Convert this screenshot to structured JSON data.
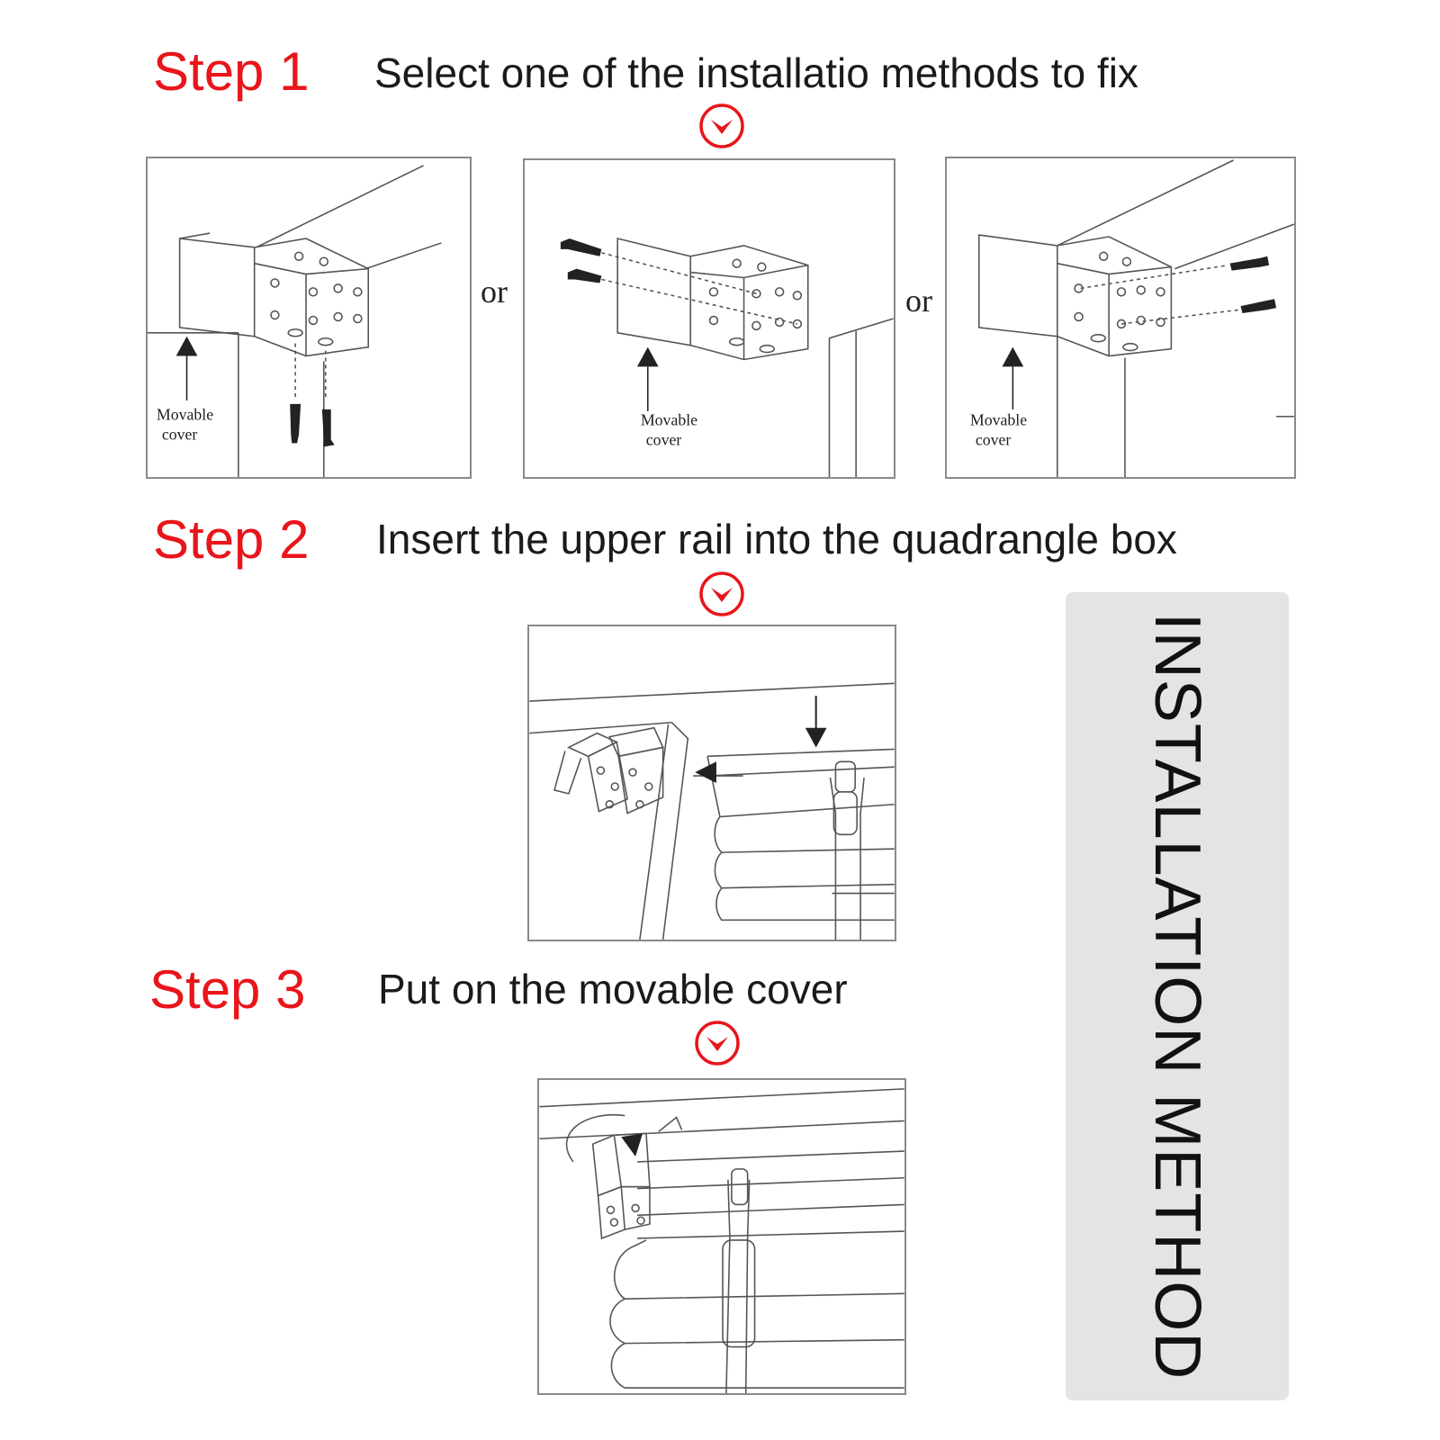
{
  "steps": [
    {
      "label": "Step 1",
      "text": "Select one of the installatio methods to fix"
    },
    {
      "label": "Step 2",
      "text": "Insert the upper rail into the quadrangle box"
    },
    {
      "label": "Step 3",
      "text": "Put on the movable cover"
    }
  ],
  "step1": {
    "or_label": "or",
    "captions": [
      {
        "line1": "Movable",
        "line2": "cover"
      },
      {
        "line1": "Movable",
        "line2": "cover"
      },
      {
        "line1": "Movable",
        "line2": "cover"
      }
    ]
  },
  "sidebar": {
    "title": "INSTALLATION METHOD"
  },
  "colors": {
    "accent": "#e8151b",
    "sidebar_bg": "#e4e4e4"
  }
}
